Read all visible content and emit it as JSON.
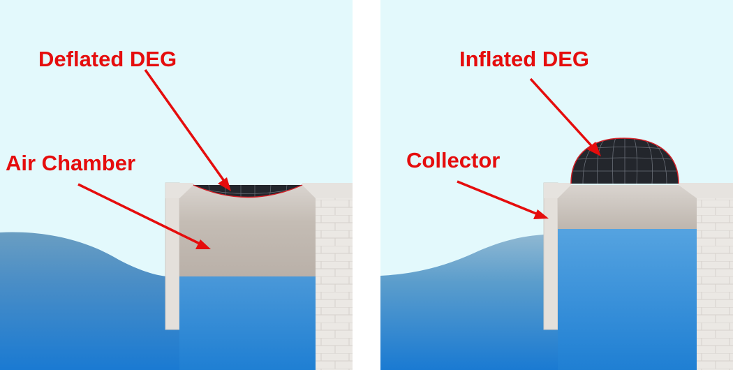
{
  "panels": [
    {
      "label_top": "Deflated DEG",
      "label_side": "Air Chamber"
    },
    {
      "label_top": "Inflated DEG",
      "label_side": "Collector"
    }
  ],
  "colors": {
    "sky": "#e3f9fc",
    "water_light": "#9fc2d6",
    "water_mid": "#5f9fc3",
    "water_deep": "#1f7fd3",
    "wall": "#e6e3df",
    "wall_edge": "#cfcac4",
    "chamber": "#c6bfb8",
    "membrane": "#222429",
    "membrane_edge": "#d21f26",
    "label": "#e50d0d",
    "gap": "#ffffff"
  }
}
